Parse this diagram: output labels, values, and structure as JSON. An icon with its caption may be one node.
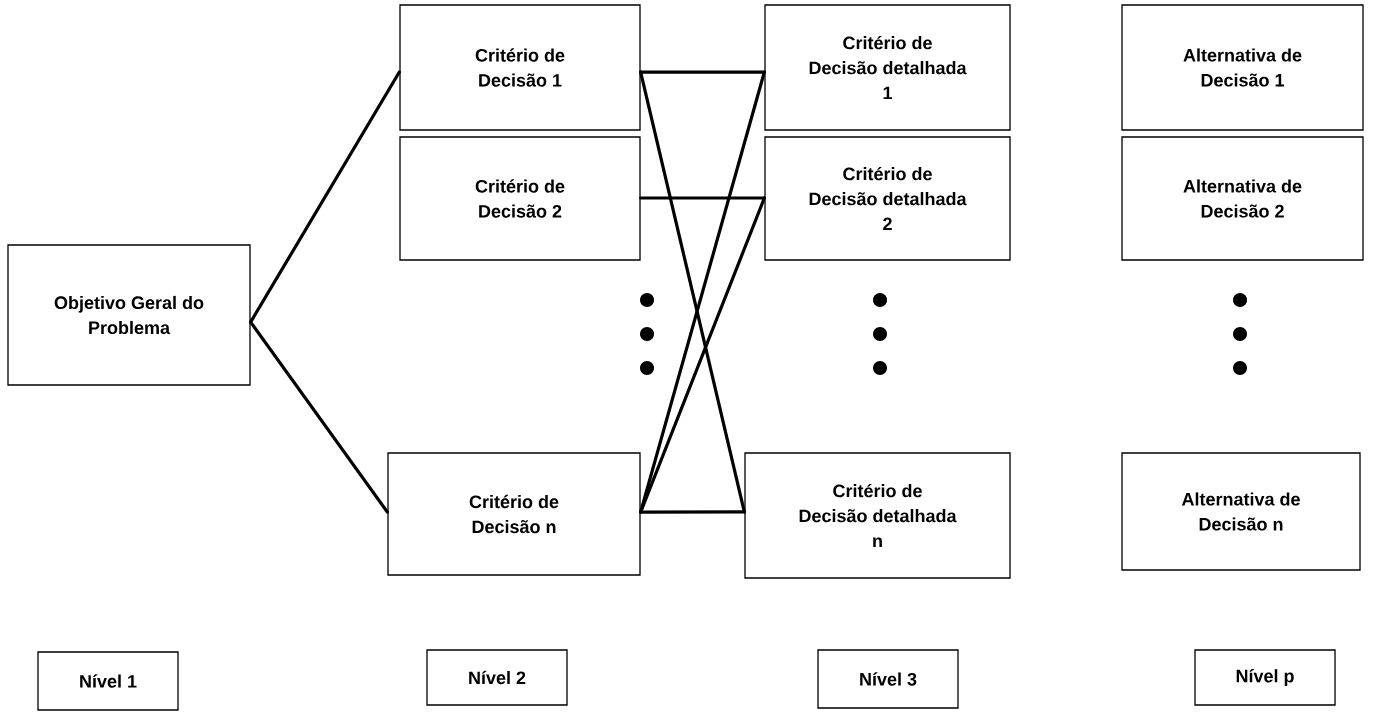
{
  "diagram": {
    "nodes": [
      {
        "text": [
          "Objetivo Geral do Problema"
        ]
      },
      {
        "text": [
          "Critério de Decisão 1"
        ]
      },
      {
        "text": [
          "Critério de Decisão 2"
        ]
      },
      {
        "text": [
          "Critério de Decisão n"
        ]
      },
      {
        "text": [
          "Critério de Decisão detalhada 1"
        ]
      },
      {
        "text": [
          "Critério de Decisão detalhada 2"
        ]
      },
      {
        "text": [
          "Critério de Decisão detalhada n"
        ]
      },
      {
        "text": [
          "Alternativa de Decisão 1"
        ]
      },
      {
        "text": [
          "Alternativa de Decisão 2"
        ]
      },
      {
        "text": [
          "Alternativa de Decisão n"
        ]
      },
      {
        "text": [
          "Nível 1"
        ]
      },
      {
        "text": [
          "Nível 2"
        ]
      },
      {
        "text": [
          "Nível 3"
        ]
      },
      {
        "text": [
          "Nível p"
        ]
      }
    ],
    "edges": [
      {
        "from": 0,
        "to": 1,
        "arrow": "none"
      },
      {
        "from": 0,
        "to": 3,
        "arrow": "none"
      },
      {
        "from": 1,
        "to": 4,
        "arrow": "none"
      },
      {
        "from": 1,
        "to": 6,
        "arrow": "none"
      },
      {
        "from": 2,
        "to": 5,
        "arrow": "none"
      },
      {
        "from": 3,
        "to": 4,
        "arrow": "none"
      },
      {
        "from": 3,
        "to": 5,
        "arrow": "none"
      },
      {
        "from": 3,
        "to": 6,
        "arrow": "none"
      }
    ]
  }
}
